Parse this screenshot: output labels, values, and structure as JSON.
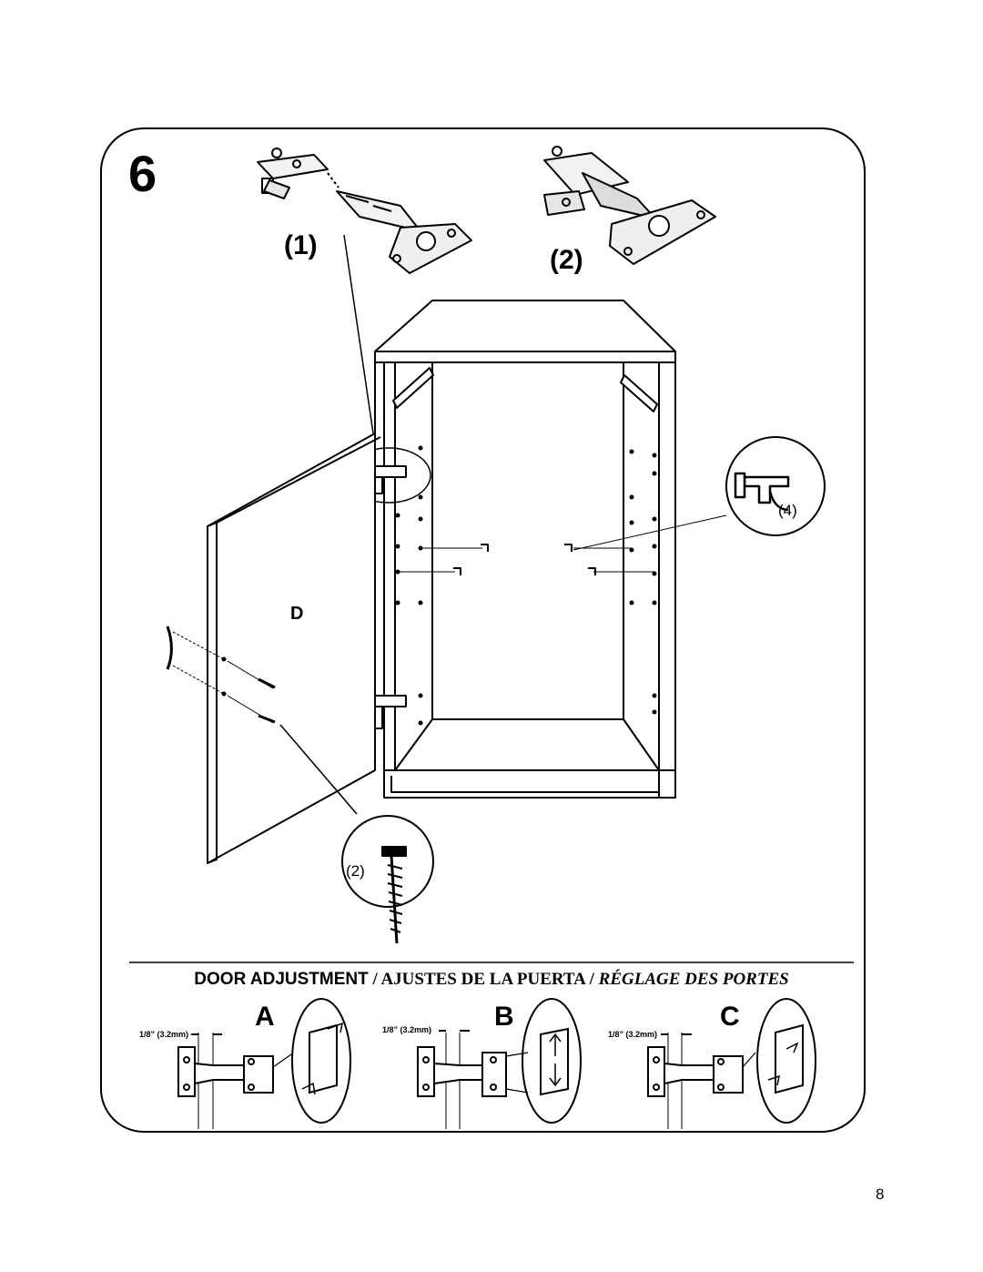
{
  "step": {
    "number": "6"
  },
  "hinge_options": [
    {
      "label": "(1)"
    },
    {
      "label": "(2)"
    }
  ],
  "parts": {
    "door_label": "D",
    "shelf_pin_qty": "(4)",
    "screw_qty": "(2)"
  },
  "adjustment": {
    "heading_en": "DOOR ADJUSTMENT",
    "separator": " / ",
    "heading_es": "AJUSTES DE LA PUERTA",
    "heading_fr": "RÉGLAGE DES PORTES",
    "variants": [
      {
        "letter": "A",
        "gap": "1/8” (3.2mm)"
      },
      {
        "letter": "B",
        "gap": "1/8” (3.2mm)"
      },
      {
        "letter": "C",
        "gap": "1/8” (3.2mm)"
      }
    ]
  },
  "page_number": "8"
}
